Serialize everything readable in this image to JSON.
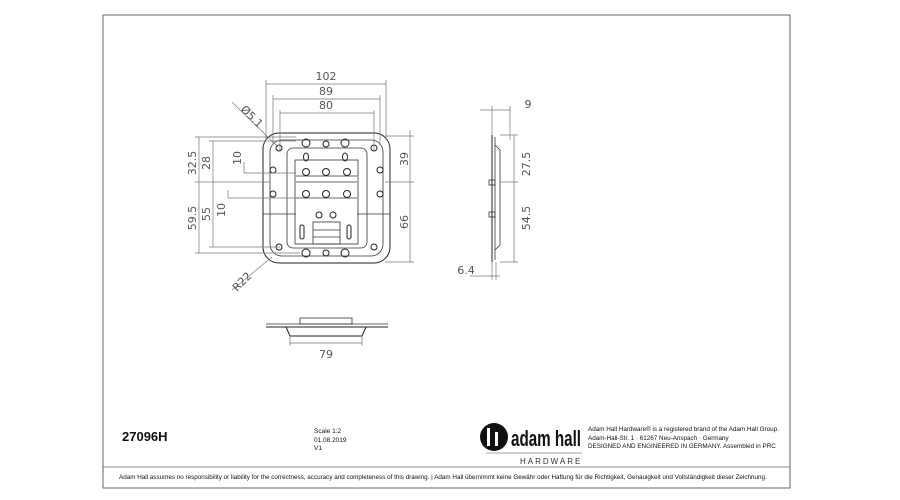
{
  "article_number": "27096H",
  "meta": {
    "scale": "Scale 1:2",
    "date": "01.08.2019",
    "version": "V1"
  },
  "brand": {
    "logo_text": "adam hall",
    "logo_sub": "HARDWARE",
    "line1": "Adam Hall Hardware® is a registered brand of the Adam Hall Group.",
    "line2": "Adam-Hall-Str. 1 · 61267 Neu-Anspach · Germany",
    "line3": "DESIGNED AND ENGINEERED IN GERMANY. Assembled in PRC"
  },
  "disclaimer": "Adam Hall assumes no responsibility or liability for the correctness, accuracy and completeness of this drawing. | Adam Hall übernimmt keine Gewähr oder Haftung für die Richtigkeit, Genauigkeit und Vollständigkeit dieser Zeichnung.",
  "dimensions": {
    "w102": "102",
    "w89": "89",
    "w80": "80",
    "d51": "Ø5.1",
    "h32_5": "32.5",
    "h28": "28",
    "h10a": "10",
    "h59_5": "59.5",
    "h55": "55",
    "h10b": "10",
    "r22": "R22",
    "h39": "39",
    "h66": "66",
    "s9": "9",
    "s27_5": "27.5",
    "s54_5": "54.5",
    "s6_4": "6.4",
    "b79": "79"
  }
}
